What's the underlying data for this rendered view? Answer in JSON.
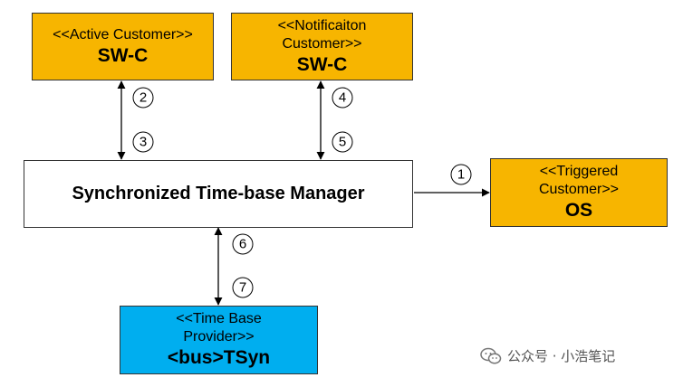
{
  "colors": {
    "customer_fill": "#F7B500",
    "provider_fill": "#00AEEF",
    "manager_fill": "#FFFFFF",
    "line": "#000000"
  },
  "nodes": {
    "active_customer": {
      "stereotype": "<<Active Customer>>",
      "name": "SW-C"
    },
    "notification_customer": {
      "stereotype_line1": "<<Notificaiton",
      "stereotype_line2": "Customer>>",
      "name": "SW-C"
    },
    "triggered_customer": {
      "stereotype_line1": "<<Triggered",
      "stereotype_line2": "Customer>>",
      "name": "OS"
    },
    "manager": {
      "name": "Synchronized Time-base Manager"
    },
    "provider": {
      "stereotype_line1": "<<Time Base",
      "stereotype_line2": "Provider>>",
      "name": "<bus>TSyn"
    }
  },
  "steps": [
    "1",
    "2",
    "3",
    "4",
    "5",
    "6",
    "7"
  ],
  "watermark": {
    "icon": "wechat-icon",
    "text": "公众号 · 小浩笔记"
  }
}
